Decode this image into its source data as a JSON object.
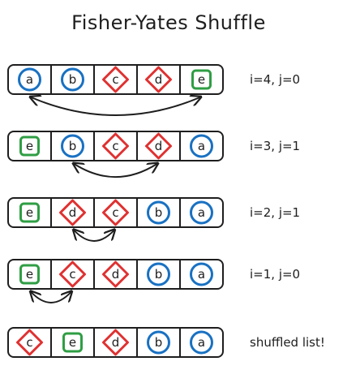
{
  "title": "Fisher-Yates Shuffle",
  "colors": {
    "ink": "#1e1e1e",
    "circle": "#1971c2",
    "diamond": "#e03131",
    "square": "#2f9e44"
  },
  "rows": [
    {
      "label": "i=4, j=0",
      "elements": [
        {
          "letter": "a",
          "shape": "circle"
        },
        {
          "letter": "b",
          "shape": "circle"
        },
        {
          "letter": "c",
          "shape": "diamond"
        },
        {
          "letter": "d",
          "shape": "diamond"
        },
        {
          "letter": "e",
          "shape": "square"
        }
      ],
      "swap": [
        0,
        4
      ]
    },
    {
      "label": "i=3, j=1",
      "elements": [
        {
          "letter": "e",
          "shape": "square"
        },
        {
          "letter": "b",
          "shape": "circle"
        },
        {
          "letter": "c",
          "shape": "diamond"
        },
        {
          "letter": "d",
          "shape": "diamond"
        },
        {
          "letter": "a",
          "shape": "circle"
        }
      ],
      "swap": [
        1,
        3
      ]
    },
    {
      "label": "i=2, j=1",
      "elements": [
        {
          "letter": "e",
          "shape": "square"
        },
        {
          "letter": "d",
          "shape": "diamond"
        },
        {
          "letter": "c",
          "shape": "diamond"
        },
        {
          "letter": "b",
          "shape": "circle"
        },
        {
          "letter": "a",
          "shape": "circle"
        }
      ],
      "swap": [
        1,
        2
      ]
    },
    {
      "label": "i=1, j=0",
      "elements": [
        {
          "letter": "e",
          "shape": "square"
        },
        {
          "letter": "c",
          "shape": "diamond"
        },
        {
          "letter": "d",
          "shape": "diamond"
        },
        {
          "letter": "b",
          "shape": "circle"
        },
        {
          "letter": "a",
          "shape": "circle"
        }
      ],
      "swap": [
        0,
        1
      ]
    },
    {
      "label": "shuffled list!",
      "elements": [
        {
          "letter": "c",
          "shape": "diamond"
        },
        {
          "letter": "e",
          "shape": "square"
        },
        {
          "letter": "d",
          "shape": "diamond"
        },
        {
          "letter": "b",
          "shape": "circle"
        },
        {
          "letter": "a",
          "shape": "circle"
        }
      ],
      "swap": null
    }
  ]
}
